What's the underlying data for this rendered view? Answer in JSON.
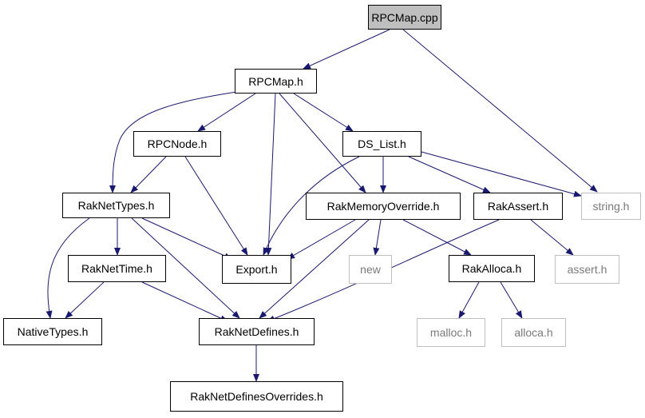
{
  "colors": {
    "edge": "#191970",
    "node_border": "#000000",
    "root_fill": "#bfbfbf",
    "external_border": "#bfbfbf",
    "external_text": "#7a7a7a"
  },
  "nodes": {
    "rpcmap_cpp": "RPCMap.cpp",
    "rpcmap_h": "RPCMap.h",
    "rpcnode_h": "RPCNode.h",
    "ds_list_h": "DS_List.h",
    "raknettypes_h": "RakNetTypes.h",
    "rakmemoryoverride_h": "RakMemoryOverride.h",
    "rakassert_h": "RakAssert.h",
    "string_h": "string.h",
    "raknettime_h": "RakNetTime.h",
    "export_h": "Export.h",
    "new": "new",
    "rakalloca_h": "RakAlloca.h",
    "assert_h": "assert.h",
    "nativetypes_h": "NativeTypes.h",
    "raknetdefines_h": "RakNetDefines.h",
    "malloc_h": "malloc.h",
    "alloca_h": "alloca.h",
    "raknetdefinesoverrides_h": "RakNetDefinesOverrides.h"
  }
}
